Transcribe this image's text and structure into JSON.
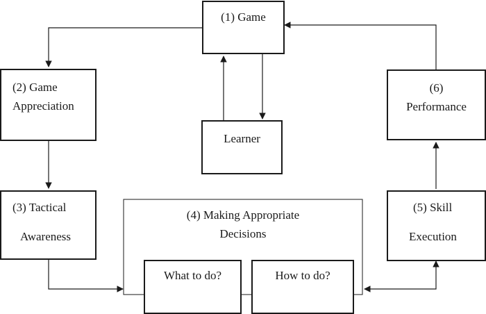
{
  "nodes": {
    "game": {
      "label": "(1) Game"
    },
    "learner": {
      "label": "Learner"
    },
    "game_appreciation": {
      "line1": "(2) Game",
      "line2": "Appreciation"
    },
    "tactical_awareness": {
      "line1": "(3) Tactical",
      "line2": "Awareness"
    },
    "making_decisions": {
      "line1": "(4) Making Appropriate",
      "line2": "Decisions"
    },
    "what_to_do": {
      "label": "What to do?"
    },
    "how_to_do": {
      "label": "How to do?"
    },
    "skill_execution": {
      "line1": "(5) Skill",
      "line2": "Execution"
    },
    "performance": {
      "line1": "(6)",
      "line2": "Performance"
    }
  }
}
